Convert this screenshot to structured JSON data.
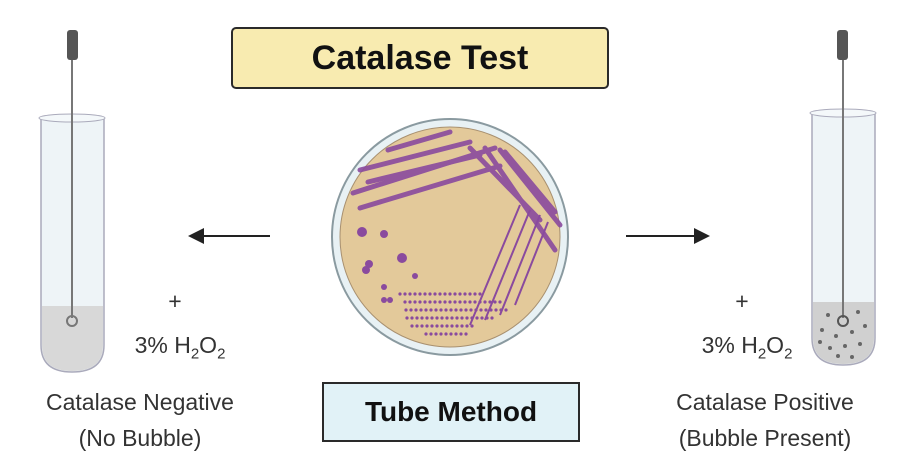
{
  "title": "Catalase Test",
  "method": "Tube Method",
  "left": {
    "plus": "+",
    "reagent_prefix": "3% H",
    "reagent_sub1": "2",
    "reagent_mid": "O",
    "reagent_sub2": "2",
    "result": "Catalase Negative",
    "note": "(No Bubble)"
  },
  "right": {
    "plus": "+",
    "reagent_prefix": "3% H",
    "reagent_sub1": "2",
    "reagent_mid": "O",
    "reagent_sub2": "2",
    "result": "Catalase Positive",
    "note": "(Bubble Present)"
  },
  "colors": {
    "title_bg": "#f8ebb0",
    "method_bg": "#e1f2f7",
    "agar": "#e3c99a",
    "colony": "#8a4a9e"
  }
}
